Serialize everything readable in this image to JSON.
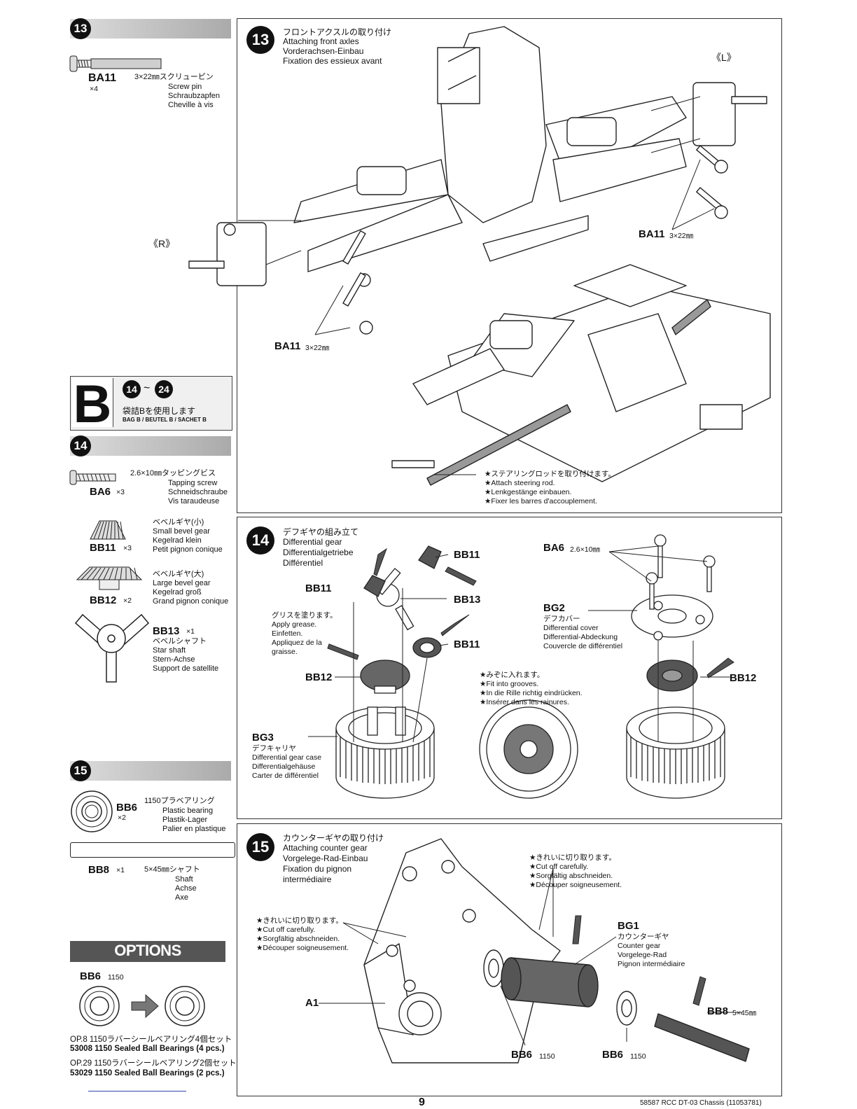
{
  "left": {
    "step13": {
      "num": "13",
      "ba11": {
        "code": "BA11",
        "qty": "×4",
        "size": "3×22㎜スクリューピン",
        "names": [
          "Screw pin",
          "Schraubzapfen",
          "Cheville à vis"
        ]
      }
    },
    "bagB": {
      "letter": "B",
      "range_from": "14",
      "range_sep": "~",
      "range_to": "24",
      "jp": "袋詰Bを使用します",
      "en": "BAG B / BEUTEL B / SACHET B"
    },
    "step14": {
      "num": "14",
      "ba6": {
        "code": "BA6",
        "qty": "×3",
        "size": "2.6×10㎜タッピングビス",
        "names": [
          "Tapping screw",
          "Schneidschraube",
          "Vis taraudeuse"
        ]
      },
      "bb11": {
        "code": "BB11",
        "qty": "×3",
        "jp": "ベベルギヤ(小)",
        "names": [
          "Small bevel gear",
          "Kegelrad klein",
          "Petit pignon conique"
        ]
      },
      "bb12": {
        "code": "BB12",
        "qty": "×2",
        "jp": "ベベルギヤ(大)",
        "names": [
          "Large bevel gear",
          "Kegelrad groß",
          "Grand pignon conique"
        ]
      },
      "bb13": {
        "code": "BB13",
        "qty": "×1",
        "jp": "ベベルシャフト",
        "names": [
          "Star shaft",
          "Stern-Achse",
          "Support de satellite"
        ]
      }
    },
    "step15": {
      "num": "15",
      "bb6": {
        "code": "BB6",
        "qty": "×2",
        "size": "1150プラベアリング",
        "names": [
          "Plastic bearing",
          "Plastik-Lager",
          "Palier en plastique"
        ]
      },
      "bb8": {
        "code": "BB8",
        "qty": "×1",
        "size": "5×45㎜シャフト",
        "names": [
          "Shaft",
          "Achse",
          "Axe"
        ]
      }
    },
    "options": {
      "title": "OPTIONS",
      "bb6": "BB6",
      "bb6_size": "1150",
      "lines": [
        "OP.8 1150ラバーシールベアリング4個セット",
        "53008 1150 Sealed Ball Bearings (4 pcs.)",
        "OP.29 1150ラバーシールベアリング2個セット",
        "53029 1150 Sealed Ball Bearings (2 pcs.)"
      ]
    }
  },
  "panel13": {
    "num": "13",
    "titles": [
      "フロントアクスルの取り付け",
      "Attaching front axles",
      "Vorderachsen-Einbau",
      "Fixation des essieux avant"
    ],
    "left_mark": "《L》",
    "right_mark": "《R》",
    "ba11_right": "BA11",
    "ba11_right_size": "3×22㎜",
    "ba11_bottom": "BA11",
    "ba11_bottom_size": "3×22㎜",
    "note": [
      "★ステアリングロッドを取り付けます。",
      "★Attach steering rod.",
      "★Lenkgestänge einbauen.",
      "★Fixer les barres d'accouplement."
    ]
  },
  "panel14": {
    "num": "14",
    "titles": [
      "デフギヤの組み立て",
      "Differential gear",
      "Differentialgetriebe",
      "Différentiel"
    ],
    "bb11_a": "BB11",
    "bb11_b": "BB11",
    "bb11_c": "BB11",
    "bb13": "BB13",
    "bb12_a": "BB12",
    "bb12_b": "BB12",
    "grease": [
      "グリスを塗ります。",
      "Apply grease.",
      "Einfetten.",
      "Appliquez de la",
      "graisse."
    ],
    "bg3": {
      "code": "BG3",
      "names": [
        "デフキャリヤ",
        "Differential gear case",
        "Differentialgehäuse",
        "Carter de différentiel"
      ]
    },
    "grooves": [
      "★みぞに入れます。",
      "★Fit into grooves.",
      "★In die Rille richtig eindrücken.",
      "★Insérer dans les rainures."
    ],
    "ba6": "BA6",
    "ba6_size": "2.6×10㎜",
    "bg2": {
      "code": "BG2",
      "names": [
        "デフカバー",
        "Differential cover",
        "Differential-Abdeckung",
        "Couvercle de différentiel"
      ]
    }
  },
  "panel15": {
    "num": "15",
    "titles": [
      "カウンターギヤの取り付け",
      "Attaching counter gear",
      "Vorgelege-Rad-Einbau",
      "Fixation du pignon",
      "intermédiaire"
    ],
    "cut_right": [
      "★きれいに切り取ります。",
      "★Cut off carefully.",
      "★Sorgfältig abschneiden.",
      "★Découper soigneusement."
    ],
    "cut_left": [
      "★きれいに切り取ります。",
      "★Cut off carefully.",
      "★Sorgfältig abschneiden.",
      "★Découper soigneusement."
    ],
    "bg1": {
      "code": "BG1",
      "names": [
        "カウンターギヤ",
        "Counter gear",
        "Vorgelege-Rad",
        "Pignon intermédiaire"
      ]
    },
    "a1": "A1",
    "bb8": "BB8",
    "bb8_size": "5×45㎜",
    "bb6_a": "BB6",
    "bb6_a_size": "1150",
    "bb6_b": "BB6",
    "bb6_b_size": "1150"
  },
  "footer": {
    "page": "9",
    "product": "58587 RCC DT-03 Chassis (11053781)"
  }
}
